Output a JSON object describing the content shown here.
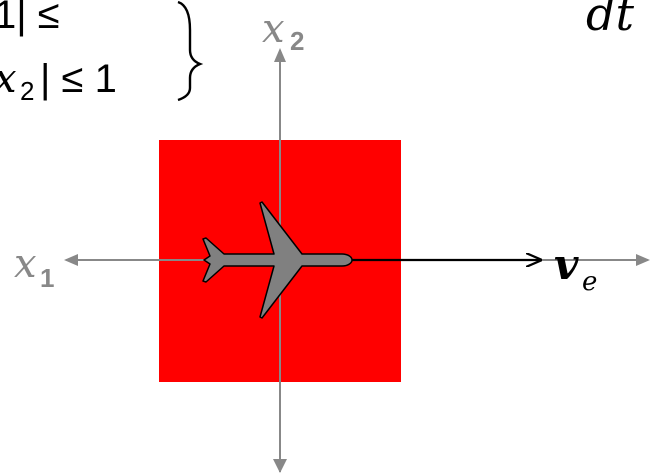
{
  "colors": {
    "box": "#ff0000",
    "axis": "#888888",
    "aircraft": "#808080",
    "aircraft_outline": "#000000",
    "velocity": "#000000",
    "text": "#000000"
  },
  "equation_fragment": {
    "line1": "1| ≤",
    "line2_prefix": "x",
    "line2_subscript": "2",
    "line2_suffix": "| ≤ 1",
    "brace": "}",
    "dt": "dt"
  },
  "axes": {
    "x1": {
      "symbol": "x",
      "subscript": "1"
    },
    "x2": {
      "symbol": "x",
      "subscript": "2"
    }
  },
  "velocity": {
    "symbol": "v",
    "subscript": "e"
  },
  "icons": {
    "aircraft": "airplane-icon"
  }
}
